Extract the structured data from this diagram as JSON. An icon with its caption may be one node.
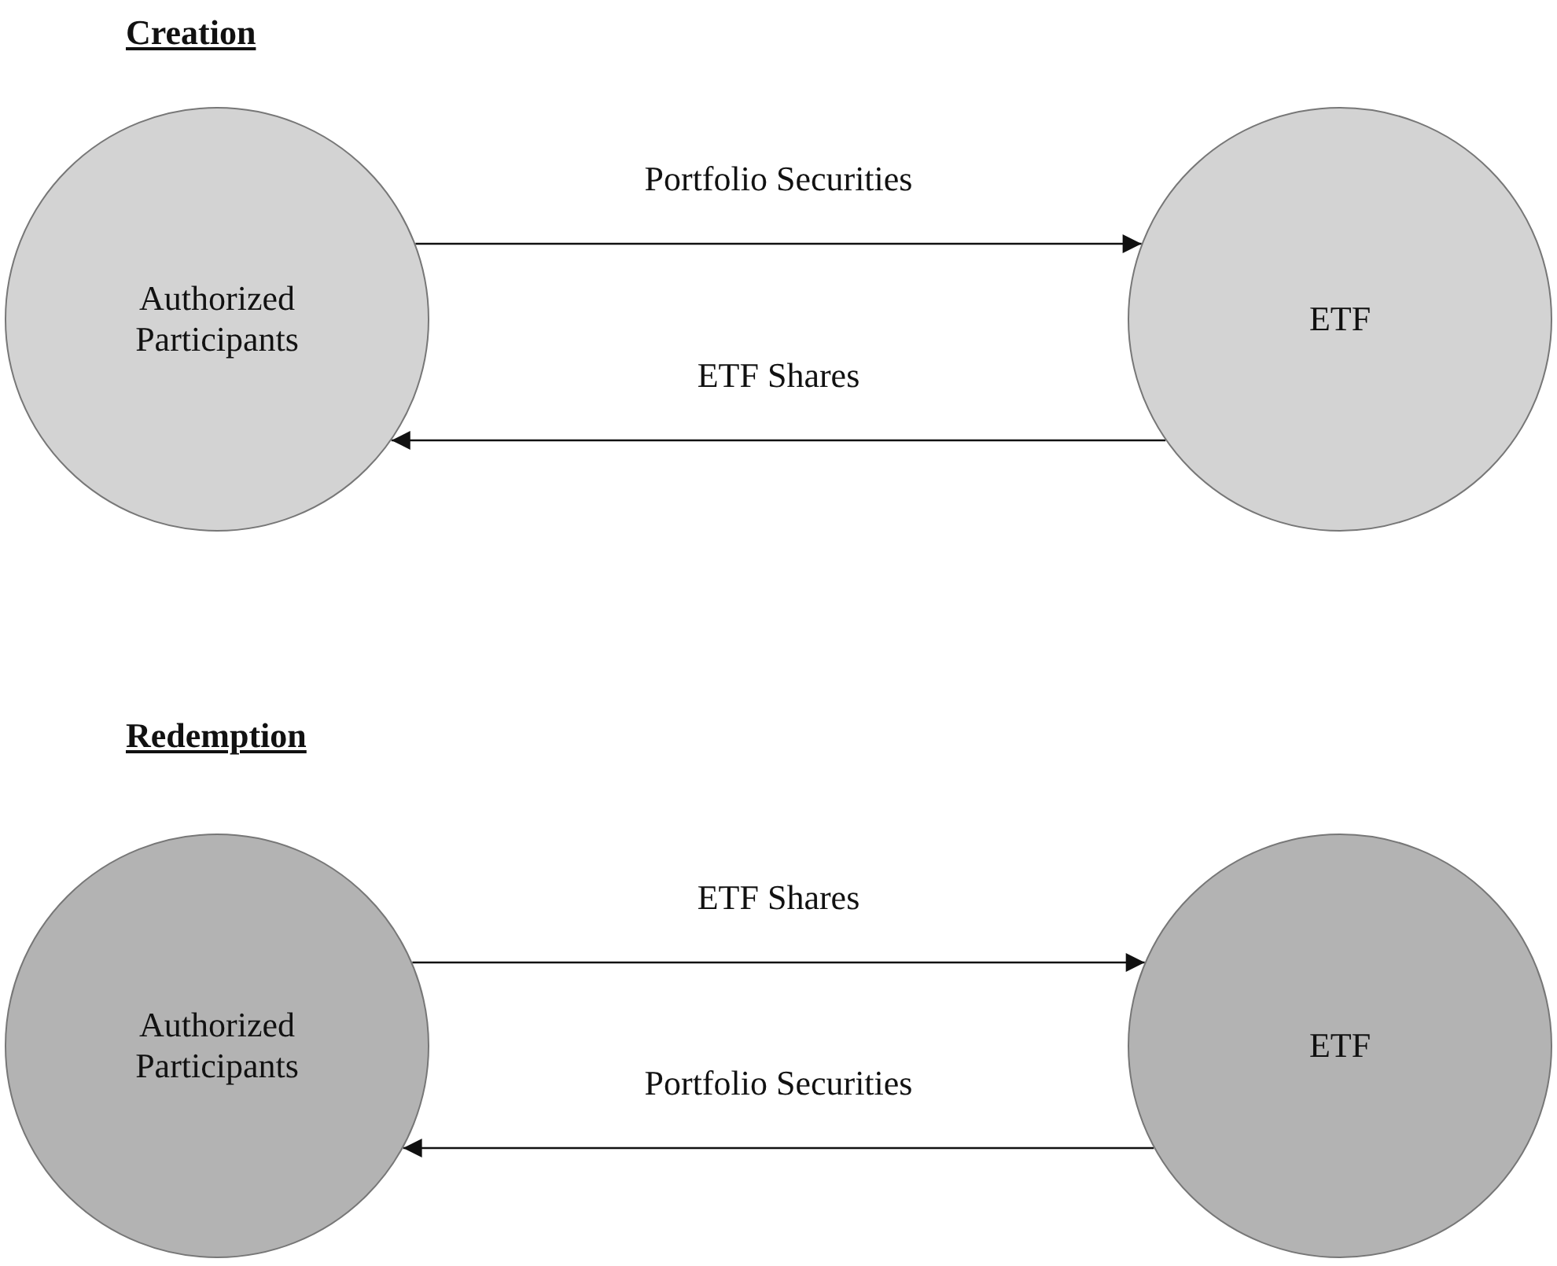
{
  "diagram": {
    "nodes": [
      {
        "text": [
          "Authorized Participants"
        ]
      },
      {
        "text": [
          "ETF"
        ]
      },
      {
        "text": [
          "Authorized Participants"
        ]
      },
      {
        "text": [
          "ETF"
        ]
      }
    ],
    "edges": [
      {
        "from": 0,
        "to": 1,
        "arrow": "to",
        "label": "Portfolio Securities"
      },
      {
        "from": 1,
        "to": 0,
        "arrow": "to",
        "label": "ETF Shares"
      },
      {
        "from": 2,
        "to": 3,
        "arrow": "to",
        "label": "ETF Shares"
      },
      {
        "from": 3,
        "to": 2,
        "arrow": "to",
        "label": "Portfolio Securities"
      }
    ],
    "labels": [
      "Creation",
      "Redemption"
    ]
  }
}
